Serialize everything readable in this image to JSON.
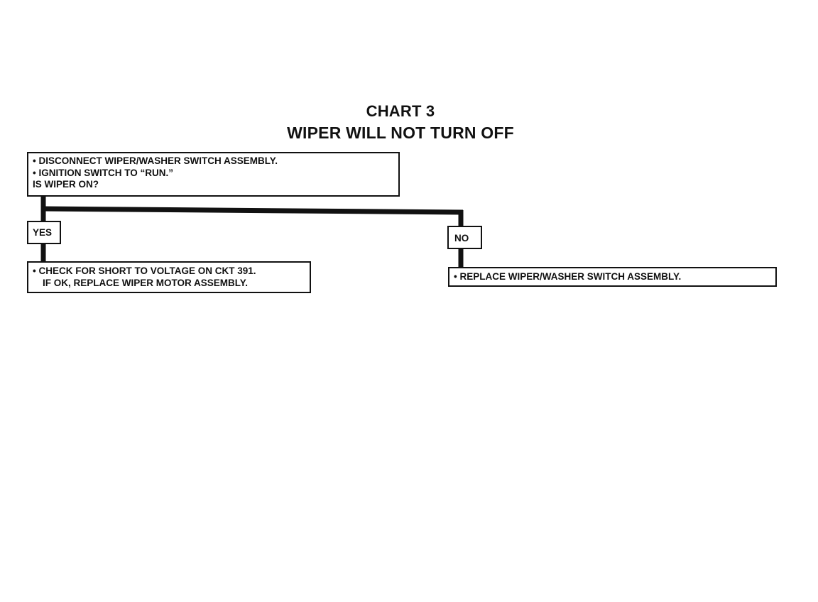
{
  "title": {
    "line1": "CHART 3",
    "line2": "WIPER WILL NOT TURN OFF"
  },
  "question_box": {
    "step1": "• DISCONNECT WIPER/WASHER SWITCH ASSEMBLY.",
    "step2": "• IGNITION SWITCH TO “RUN.”",
    "question": "IS WIPER ON?"
  },
  "branches": {
    "yes": {
      "label": "YES",
      "action_line1": "• CHECK FOR SHORT TO VOLTAGE ON CKT 391.",
      "action_line2": "IF OK, REPLACE WIPER MOTOR ASSEMBLY."
    },
    "no": {
      "label": "NO",
      "action_line1": "• REPLACE WIPER/WASHER SWITCH ASSEMBLY."
    }
  }
}
